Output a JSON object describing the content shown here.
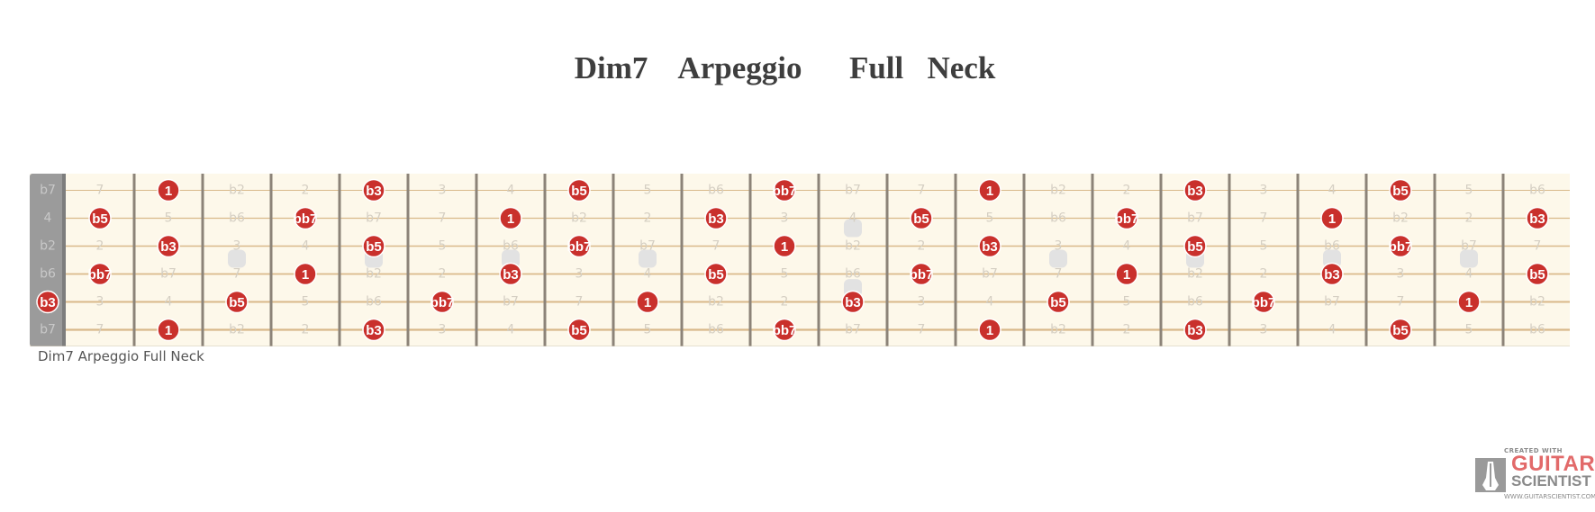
{
  "title": "Dim7    Arpeggio      Full   Neck",
  "caption": "Dim7 Arpeggio Full Neck",
  "logo": {
    "top": "CREATED WITH",
    "line1": "GUITAR",
    "line2": "SCIENTIST",
    "url": "WWW.GUITARSCIENTIST.COM"
  },
  "colors": {
    "fretboard": "#fdf8ea",
    "nut": "#9b9b9b",
    "fret_wire": "#8c8378",
    "string": "#d9b98a",
    "note": "#c9302c",
    "ghost_text": "#d5cfc3",
    "inlay": "#e2e2e2"
  },
  "fretboard": {
    "fret_count": 22,
    "inlay_frets": [
      3,
      5,
      7,
      9,
      12,
      15,
      17,
      19,
      21
    ],
    "double_inlay_frets": [
      12
    ],
    "strings": [
      {
        "open": "b7",
        "notes": [
          "7",
          "1",
          "b2",
          "2",
          "b3",
          "3",
          "4",
          "b5",
          "5",
          "b6",
          "bb7",
          "b7",
          "7",
          "1",
          "b2",
          "2",
          "b3",
          "3",
          "4",
          "b5",
          "5",
          "b6"
        ]
      },
      {
        "open": "4",
        "notes": [
          "b5",
          "5",
          "b6",
          "bb7",
          "b7",
          "7",
          "1",
          "b2",
          "2",
          "b3",
          "3",
          "4",
          "b5",
          "5",
          "b6",
          "bb7",
          "b7",
          "7",
          "1",
          "b2",
          "2",
          "b3"
        ]
      },
      {
        "open": "b2",
        "notes": [
          "2",
          "b3",
          "3",
          "4",
          "b5",
          "5",
          "b6",
          "bb7",
          "b7",
          "7",
          "1",
          "b2",
          "2",
          "b3",
          "3",
          "4",
          "b5",
          "5",
          "b6",
          "bb7",
          "b7",
          "7"
        ]
      },
      {
        "open": "b6",
        "notes": [
          "bb7",
          "b7",
          "7",
          "1",
          "b2",
          "2",
          "b3",
          "3",
          "4",
          "b5",
          "5",
          "b6",
          "bb7",
          "b7",
          "7",
          "1",
          "b2",
          "2",
          "b3",
          "3",
          "4",
          "b5"
        ]
      },
      {
        "open": "b3",
        "notes": [
          "3",
          "4",
          "b5",
          "5",
          "b6",
          "bb7",
          "b7",
          "7",
          "1",
          "b2",
          "2",
          "b3",
          "3",
          "4",
          "b5",
          "5",
          "b6",
          "bb7",
          "b7",
          "7",
          "1",
          "b2"
        ]
      },
      {
        "open": "b7",
        "notes": [
          "7",
          "1",
          "b2",
          "2",
          "b3",
          "3",
          "4",
          "b5",
          "5",
          "b6",
          "bb7",
          "b7",
          "7",
          "1",
          "b2",
          "2",
          "b3",
          "3",
          "4",
          "b5",
          "5",
          "b6"
        ]
      }
    ],
    "arpeggio_tones": [
      "1",
      "b3",
      "b5",
      "bb7"
    ]
  }
}
